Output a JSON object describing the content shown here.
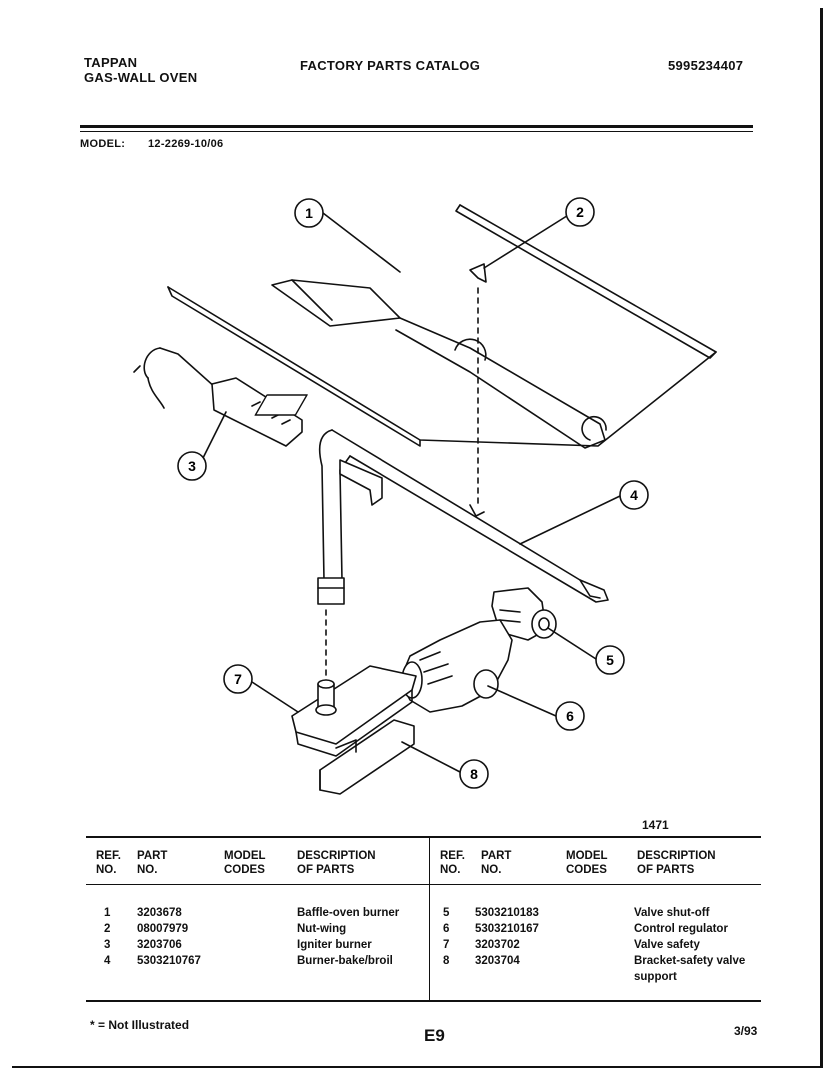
{
  "header": {
    "brand": "TAPPAN",
    "product": "GAS-WALL OVEN",
    "title": "FACTORY PARTS CATALOG",
    "catalog_number": "5995234407",
    "model_label": "MODEL:",
    "model_number": "12-2269-10/06"
  },
  "diagram": {
    "callouts": [
      "1",
      "2",
      "3",
      "4",
      "5",
      "6",
      "7",
      "8"
    ],
    "figure_number": "1471"
  },
  "table": {
    "headers": {
      "ref_line1": "REF.",
      "ref_line2": "NO.",
      "part_line1": "PART",
      "part_line2": "NO.",
      "model_line1": "MODEL",
      "model_line2": "CODES",
      "desc_line1": "DESCRIPTION",
      "desc_line2": "OF PARTS"
    },
    "left_rows": [
      {
        "ref": "1",
        "part": "3203678",
        "codes": "",
        "desc": "Baffle-oven  burner"
      },
      {
        "ref": "2",
        "part": "08007979",
        "codes": "",
        "desc": "Nut-wing"
      },
      {
        "ref": "3",
        "part": "3203706",
        "codes": "",
        "desc": "Igniter  burner"
      },
      {
        "ref": "4",
        "part": "5303210767",
        "codes": "",
        "desc": "Burner-bake/broil"
      }
    ],
    "right_rows": [
      {
        "ref": "5",
        "part": "5303210183",
        "codes": "",
        "desc": "Valve  shut-off"
      },
      {
        "ref": "6",
        "part": "5303210167",
        "codes": "",
        "desc": "Control  regulator"
      },
      {
        "ref": "7",
        "part": "3203702",
        "codes": "",
        "desc": "Valve  safety"
      },
      {
        "ref": "8",
        "part": "3203704",
        "codes": "",
        "desc": "Bracket-safety  valve",
        "desc2": "support"
      }
    ]
  },
  "footer": {
    "note": "* = Not Illustrated",
    "page": "E9",
    "date": "3/93"
  }
}
